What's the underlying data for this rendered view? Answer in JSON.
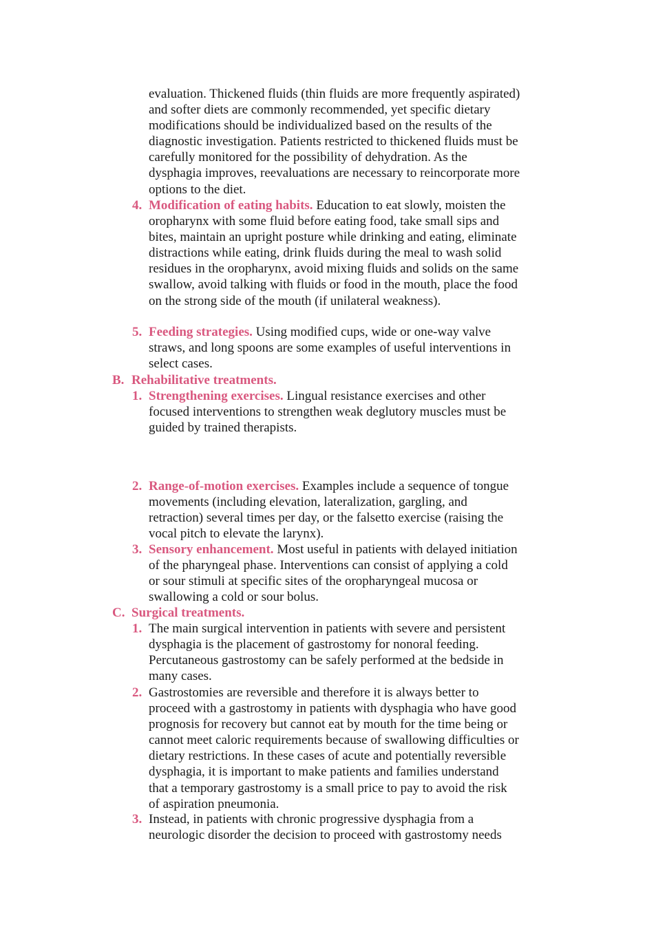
{
  "intro_paragraph": "evaluation. Thickened fluids (thin fluids are more frequently aspirated) and softer diets are commonly recommended, yet specific dietary modifications should be individualized based on the results of the diagnostic investigation. Patients restricted to thickened fluids must be carefully monitored for the possibility of dehydration. As the dysphagia improves, reevaluations are necessary to reincorporate more options to the diet.",
  "section_a_items": [
    {
      "number": "4.",
      "heading": "Modification of eating habits.",
      "text": " Education to eat slowly, moisten the oropharynx with some fluid before eating food, take small sips and bites, maintain an upright posture while drinking and eating, eliminate distractions while eating, drink fluids during the meal to wash solid residues in the oropharynx, avoid mixing fluids and solids on the same swallow, avoid talking with fluids or food in the mouth, place the food on the strong side of the mouth (if unilateral weakness)."
    },
    {
      "number": "5.",
      "heading": "Feeding strategies.",
      "text": " Using modified cups, wide or one-way valve straws, and long spoons are some examples of useful interventions in select cases."
    }
  ],
  "section_b": {
    "letter": "B.",
    "title": "Rehabilitative treatments.",
    "items": [
      {
        "number": "1.",
        "heading": "Strengthening exercises.",
        "text": " Lingual resistance exercises and other focused interventions to strengthen weak deglutory muscles must be guided by trained therapists."
      },
      {
        "number": "2.",
        "heading": "Range-of-motion exercises.",
        "text": " Examples include a sequence of tongue movements (including elevation, lateralization, gargling, and retraction) several times per day, or the falsetto exercise (raising the vocal pitch to elevate the larynx)."
      },
      {
        "number": "3.",
        "heading": "Sensory enhancement.",
        "text": " Most useful in patients with delayed initiation of the pharyngeal phase. Interventions can consist of applying a cold or sour stimuli at specific sites of the oropharyngeal mucosa or swallowing a cold or sour bolus."
      }
    ]
  },
  "section_c": {
    "letter": "C.",
    "title": "Surgical treatments.",
    "items": [
      {
        "number": "1.",
        "text": "The main surgical intervention in patients with severe and persistent dysphagia is the placement of gastrostomy for nonoral feeding. Percutaneous gastrostomy can be safely performed at the bedside in many cases."
      },
      {
        "number": "2.",
        "text": "Gastrostomies are reversible and therefore it is always better to proceed with a gastrostomy in patients with dysphagia who have good prognosis for recovery but cannot eat by mouth for the time being or cannot meet caloric requirements because of swallowing difficulties or dietary restrictions. In these cases of acute and potentially reversible dysphagia, it is important to make patients and families understand that a temporary gastrostomy is a small price to pay to avoid the risk of aspiration pneumonia."
      },
      {
        "number": "3.",
        "text": "Instead, in patients with chronic progressive dysphagia from a neurologic disorder the decision to proceed with gastrostomy needs"
      }
    ]
  },
  "colors": {
    "accent": "#d9587f",
    "text": "#1a1a1a",
    "background": "#ffffff"
  }
}
